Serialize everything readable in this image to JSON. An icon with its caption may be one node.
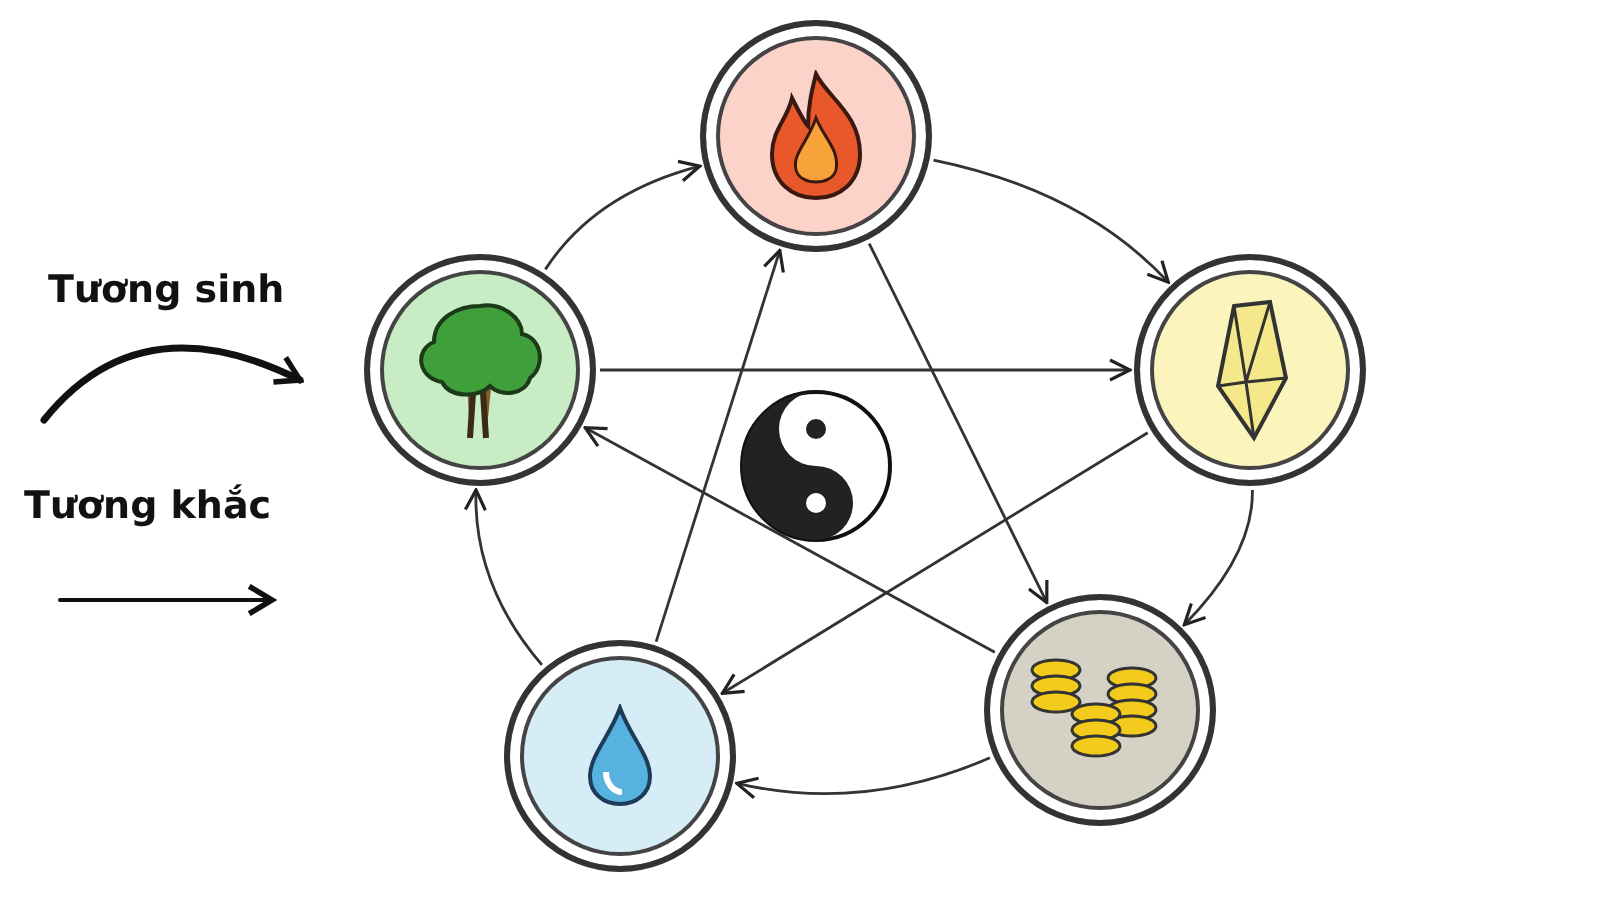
{
  "diagram": {
    "nodes": [
      {
        "text": [],
        "shape": "picture"
      },
      {
        "text": [],
        "shape": "picture"
      },
      {
        "text": [],
        "shape": "picture"
      },
      {
        "text": [],
        "shape": "picture"
      },
      {
        "text": [],
        "shape": "picture"
      }
    ],
    "edges": [
      {
        "from": 4,
        "to": 0,
        "arrow": "to"
      },
      {
        "from": 0,
        "to": 1,
        "arrow": "to"
      },
      {
        "from": 1,
        "to": 2,
        "arrow": "to"
      },
      {
        "from": 2,
        "to": 3,
        "arrow": "to"
      },
      {
        "from": 3,
        "to": 4,
        "arrow": "to"
      },
      {
        "from": 4,
        "to": 1,
        "arrow": "to"
      },
      {
        "from": 1,
        "to": 3,
        "arrow": "to"
      },
      {
        "from": 3,
        "to": 0,
        "arrow": "to"
      },
      {
        "from": 0,
        "to": 2,
        "arrow": "to"
      },
      {
        "from": 2,
        "to": 4,
        "arrow": "to"
      }
    ],
    "legend": [
      {
        "text": "Tương sinh"
      },
      {
        "text": "Tương khắc"
      }
    ]
  }
}
